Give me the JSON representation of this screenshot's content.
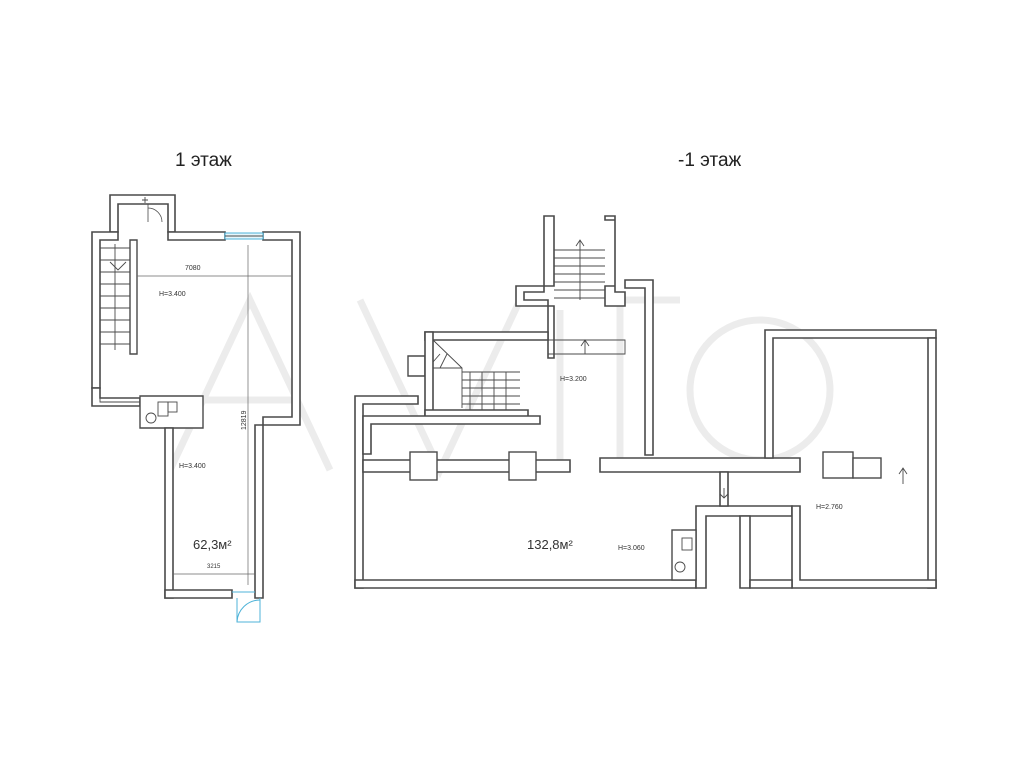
{
  "floors": [
    {
      "title": "1 этаж",
      "labels": {
        "height_upper": "H=3.400",
        "height_lower": "H=3.400",
        "dim_width": "7080",
        "dim_length": "12819",
        "dim_bottom": "3215",
        "area": "62,3м²"
      }
    },
    {
      "title": "-1 этаж",
      "labels": {
        "height_stair": "H=3.200",
        "height_main": "H=3.060",
        "height_right": "H=2.760",
        "area": "132,8м²"
      }
    }
  ],
  "colors": {
    "walls": "#4a4a4a",
    "glazing": "#4fb3d8",
    "watermark": "#ececec"
  }
}
